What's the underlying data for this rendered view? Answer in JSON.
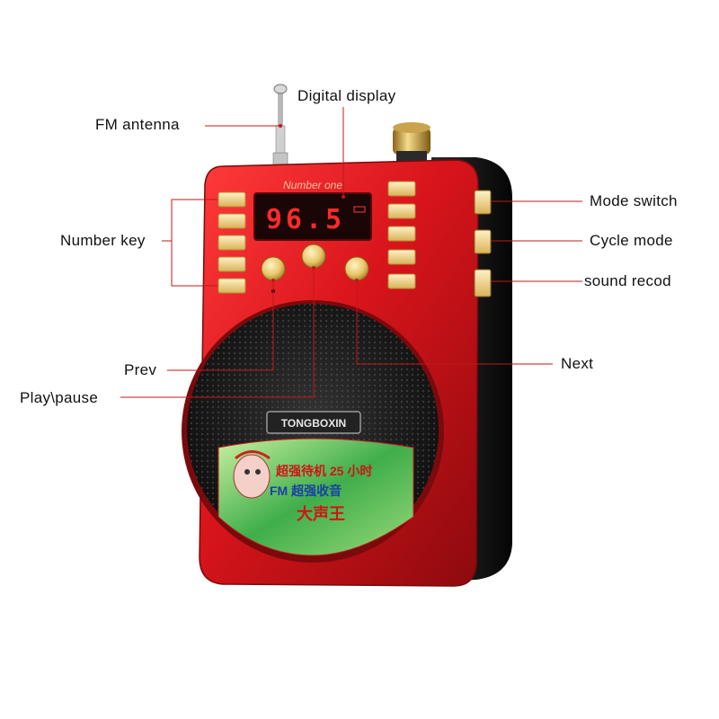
{
  "callouts": {
    "fm_antenna": "FM antenna",
    "digital_display": "Digital display",
    "number_key": "Number key",
    "prev": "Prev",
    "play_pause": "Play\\pause",
    "mode_switch": "Mode switch",
    "cycle_mode": "Cycle mode",
    "sound_record": "sound recod",
    "next": "Next"
  },
  "device": {
    "header_script": "Number one",
    "display_value": "96.5",
    "brand": "TONGBOXIN",
    "sticker_line1": "超强待机 25 小时",
    "sticker_line2": "FM 超强收音",
    "sticker_line3": "大声王",
    "colors": {
      "body_red": "#d8141b",
      "speaker_grille": "#1c1c1c",
      "button_gold": "#e8c56a",
      "display_digits": "#ff2a2a",
      "sticker_green": "#3fae4a"
    }
  }
}
